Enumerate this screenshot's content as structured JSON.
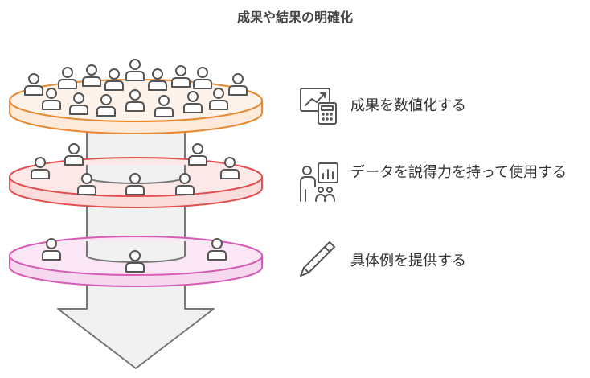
{
  "title": "成果や結果の明確化",
  "items": [
    {
      "label": "成果を数値化する",
      "icon": "chart-calculator-icon",
      "accent": "#e88a32",
      "fill": "#fdeadb"
    },
    {
      "label": "データを説得力を持って使用する",
      "icon": "presenter-chart-icon",
      "accent": "#e0504f",
      "fill": "#fbdcdc"
    },
    {
      "label": "具体例を提供する",
      "icon": "pencil-icon",
      "accent": "#d65cb5",
      "fill": "#f7d9ef"
    }
  ],
  "colors": {
    "column": "#f1f1f1",
    "stroke": "#777777",
    "people": "#555555"
  }
}
